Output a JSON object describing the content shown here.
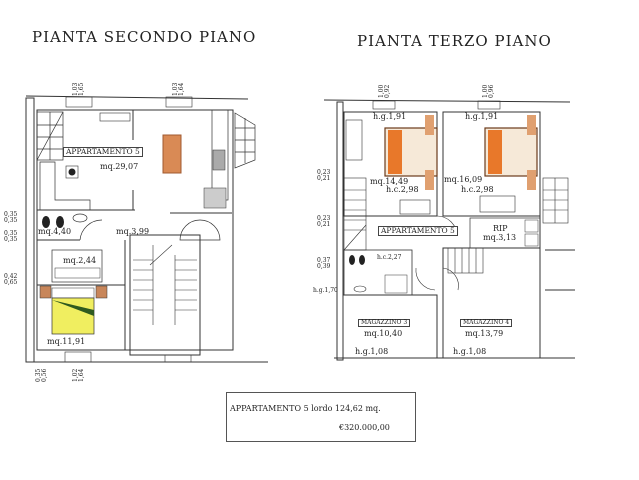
{
  "titles": {
    "second_floor": "PIANTA SECONDO PIANO",
    "third_floor": "PIANTA TERZO PIANO"
  },
  "second_floor": {
    "apartment_label": "APPARTAMENTO 5",
    "rooms": {
      "living": "mq.29,07",
      "bath": "mq.4,40",
      "hall": "mq.3,99",
      "closet": "mq.2,44",
      "bedroom": "mq.11,91"
    },
    "dimensions": {
      "win1": [
        "1,03",
        "1,65"
      ],
      "win2": [
        "1,03",
        "1,64"
      ],
      "left1": [
        "0,35",
        "0,35"
      ],
      "left2": [
        "0,35",
        "0,35"
      ],
      "left3": [
        "0,42",
        "0,65"
      ],
      "bottom1": [
        "0,35",
        "0,56"
      ],
      "bottom2": [
        "1,02",
        "1,64"
      ]
    }
  },
  "third_floor": {
    "apartment_label": "APPARTAMENTO 5",
    "rooms": {
      "bedroom1": {
        "area": "mq.14,49",
        "hg": "h.g.1,91",
        "hc": "h.c.2,98"
      },
      "bedroom2": {
        "area": "mq.16,09",
        "hg": "h.g.1,91",
        "hc": "h.c.2,98"
      },
      "rip": {
        "name": "RIP",
        "area": "mq.3,13"
      },
      "bath": {
        "hc": "h.c.2,27",
        "hg": "h.g.1,70"
      },
      "magazzino3": {
        "name": "MAGAZZINO 3",
        "area": "mq.10,40",
        "hg": "h.g.1,08"
      },
      "magazzino4": {
        "name": "MAGAZZINO 4",
        "area": "mq.13,79",
        "hg": "h.g.1,08"
      }
    },
    "dimensions": {
      "win1": [
        "1,00",
        "0,92"
      ],
      "win2": [
        "1,00",
        "0,96"
      ],
      "left1": [
        "0,23",
        "0,21"
      ],
      "left2": [
        "0,23",
        "0,21"
      ],
      "left3": [
        "0,37",
        "0,39"
      ]
    }
  },
  "summary": {
    "line1": "APPARTAMENTO 5 lordo 124,62 mq.",
    "price": "€320.000,00"
  },
  "colors": {
    "furniture_orange": "#e8782a",
    "table": "#d98a55",
    "bed_yellow": "#f0ee60",
    "wall": "#333333"
  }
}
